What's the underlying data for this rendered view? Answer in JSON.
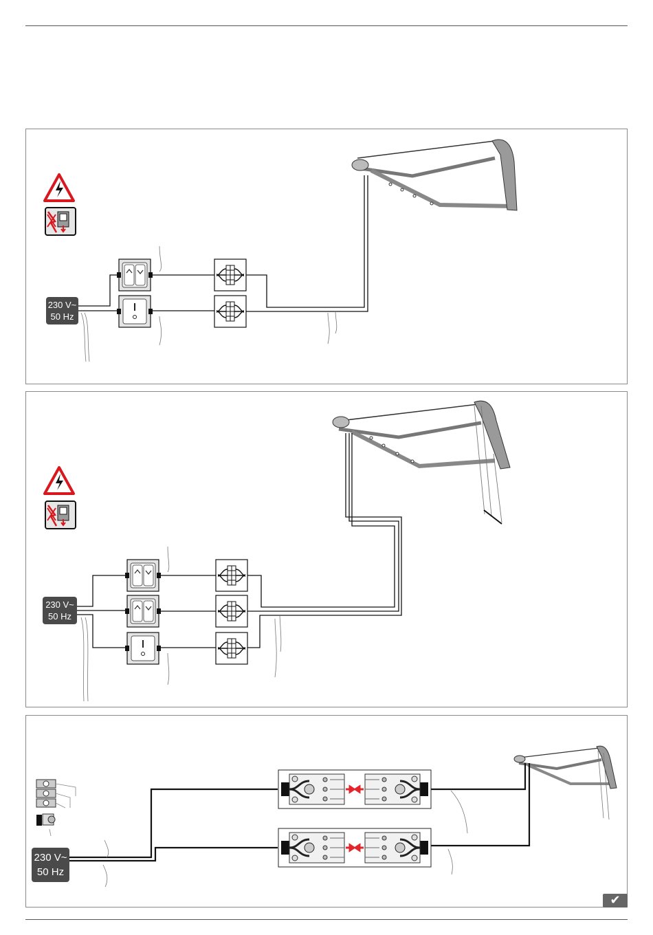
{
  "panels": [
    {
      "voltage_line1": "230 V~",
      "voltage_line2": "50 Hz"
    },
    {
      "voltage_line1": "230 V~",
      "voltage_line2": "50 Hz"
    },
    {
      "voltage_line1": "230 V~",
      "voltage_line2": "50 Hz"
    }
  ],
  "icons": {
    "warning": "high-voltage-warning-icon",
    "disconnect": "disconnect-power-icon",
    "check": "checkmark-icon"
  },
  "colors": {
    "dark_box": "#4a4a4a",
    "warning_red": "#d7191f",
    "arrow_red": "#e3262c",
    "line": "#111111"
  }
}
